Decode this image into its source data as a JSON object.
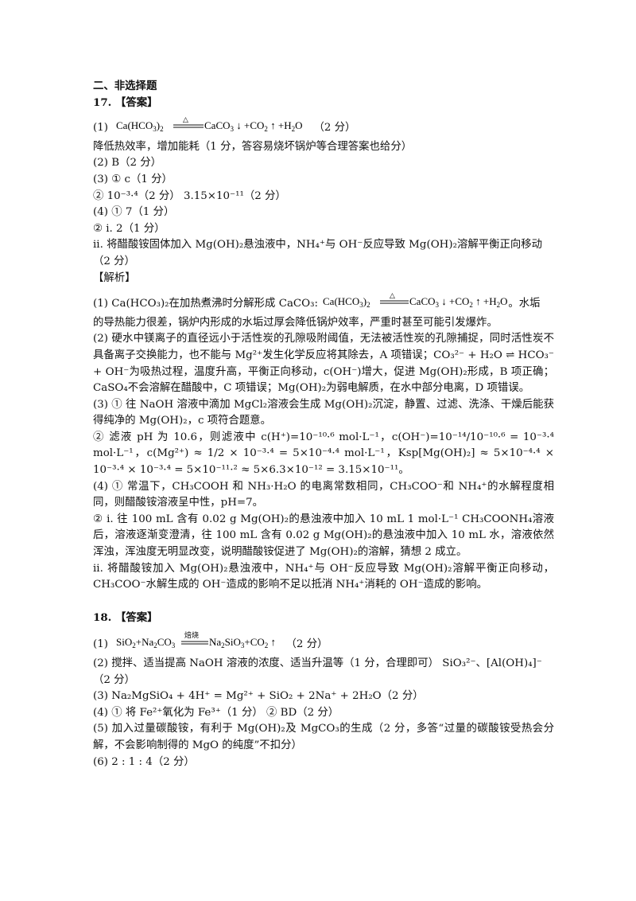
{
  "section_title": "二、非选择题",
  "q17": {
    "header": "17. 【答案】",
    "ans1_label": "(1)",
    "eq_decomp": "Ca(HCO₃)₂ △══ CaCO₃↓+CO₂↑+H₂O",
    "ans1_score": "（2 分）",
    "ans1_line2": "降低热效率，增加能耗（1 分，答容易烧坏锅炉等合理答案也给分）",
    "ans2": "(2) B（2 分）",
    "ans3_1": "(3) ① c（1 分）",
    "ans3_2": "② 10⁻³·⁴（2 分）  3.15×10⁻¹¹（2 分）",
    "ans4_1": "(4) ① 7（1 分）",
    "ans4_2": "② i. 2（1 分）",
    "ans4_ii": "ii. 将醋酸铵固体加入 Mg(OH)₂悬浊液中，NH₄⁺与 OH⁻反应导致 Mg(OH)₂溶解平衡正向移动",
    "ans4_ii_score": "（2 分）",
    "analysis_header": "【解析】",
    "exp1_a": "(1) Ca(HCO₃)₂在加热煮沸时分解形成 CaCO₃:",
    "exp1_b": "。水垢",
    "exp1_c": "的导热能力很差，锅炉内形成的水垢过厚会降低锅炉效率，严重时甚至可能引发爆炸。",
    "exp2": "(2) 硬水中镁离子的直径远小于活性炭的孔隙吸附阈值，无法被活性炭的孔隙捕捉，同时活性炭不具备离子交换能力，也不能与 Mg²⁺发生化学反应将其除去，A 项错误；CO₃²⁻ + H₂O ⇌ HCO₃⁻ + OH⁻为吸热过程，温度升高，平衡正向移动，c(OH⁻)增大，促进 Mg(OH)₂形成，B 项正确；CaSO₄不会溶解在醋酸中，C 项错误；Mg(OH)₂为弱电解质，在水中部分电离，D 项错误。",
    "exp3_1": "(3) ① 往 NaOH 溶液中滴加 MgCl₂溶液会生成 Mg(OH)₂沉淀，静置、过滤、洗涤、干燥后能获得纯净的 Mg(OH)₂，c 项符合题意。",
    "exp3_2": "② 滤液 pH 为 10.6，则滤液中 c(H⁺)=10⁻¹⁰·⁶ mol·L⁻¹，c(OH⁻)=10⁻¹⁴/10⁻¹⁰·⁶ = 10⁻³·⁴ mol·L⁻¹，c(Mg²⁺) ≈ 1/2 × 10⁻³·⁴ = 5×10⁻⁴·⁴ mol·L⁻¹，Ksp[Mg(OH)₂] ≈ 5×10⁻⁴·⁴ × 10⁻³·⁴ × 10⁻³·⁴ = 5×10⁻¹¹·² ≈ 5×6.3×10⁻¹² = 3.15×10⁻¹¹。",
    "exp4_1": "(4) ① 常温下，CH₃COOH 和 NH₃·H₂O 的电离常数相同，CH₃COO⁻和 NH₄⁺的水解程度相同，则醋酸铵溶液呈中性，pH=7。",
    "exp4_2": "② i. 往 100 mL 含有 0.02 g Mg(OH)₂的悬浊液中加入 10 mL 1 mol·L⁻¹ CH₃COONH₄溶液后，溶液逐渐变澄清，往 100 mL 含有 0.02 g Mg(OH)₂的悬浊液中加入 10 mL 水，溶液依然浑浊，浑浊度无明显改变，说明醋酸铵促进了 Mg(OH)₂的溶解，猜想 2 成立。",
    "exp4_ii": "ii. 将醋酸铵加入 Mg(OH)₂悬浊液中，NH₄⁺与 OH⁻反应导致 Mg(OH)₂溶解平衡正向移动，CH₃COO⁻水解生成的 OH⁻造成的影响不足以抵消 NH₄⁺消耗的 OH⁻造成的影响。"
  },
  "q18": {
    "header": "18. 【答案】",
    "ans1_label": "(1)",
    "eq_calc": "SiO₂+Na₂CO₃ 焙烧══ Na₂SiO₃+CO₂↑",
    "eq_condition": "焙烧",
    "ans1_score": "（2 分）",
    "ans2": "(2) 搅拌、适当提高 NaOH 溶液的浓度、适当升温等（1 分，合理即可）  SiO₃²⁻、[Al(OH)₄]⁻",
    "ans2_score": "（2 分）",
    "ans3": "(3) Na₂MgSiO₄ + 4H⁺ = Mg²⁺ + SiO₂ + 2Na⁺ + 2H₂O（2 分）",
    "ans4": "(4) ① 将 Fe²⁺氧化为 Fe³⁺（1 分）  ② BD（2 分）",
    "ans5": "(5) 加入过量碳酸铵，有利于 Mg(OH)₂及 MgCO₃的生成（2 分，多答“过量的碳酸铵受热会分解，不会影响制得的 MgO 的纯度”不扣分）",
    "ans6": "(6) 2 : 1 : 4（2 分）"
  },
  "colors": {
    "text": "#111111",
    "background": "#ffffff"
  }
}
